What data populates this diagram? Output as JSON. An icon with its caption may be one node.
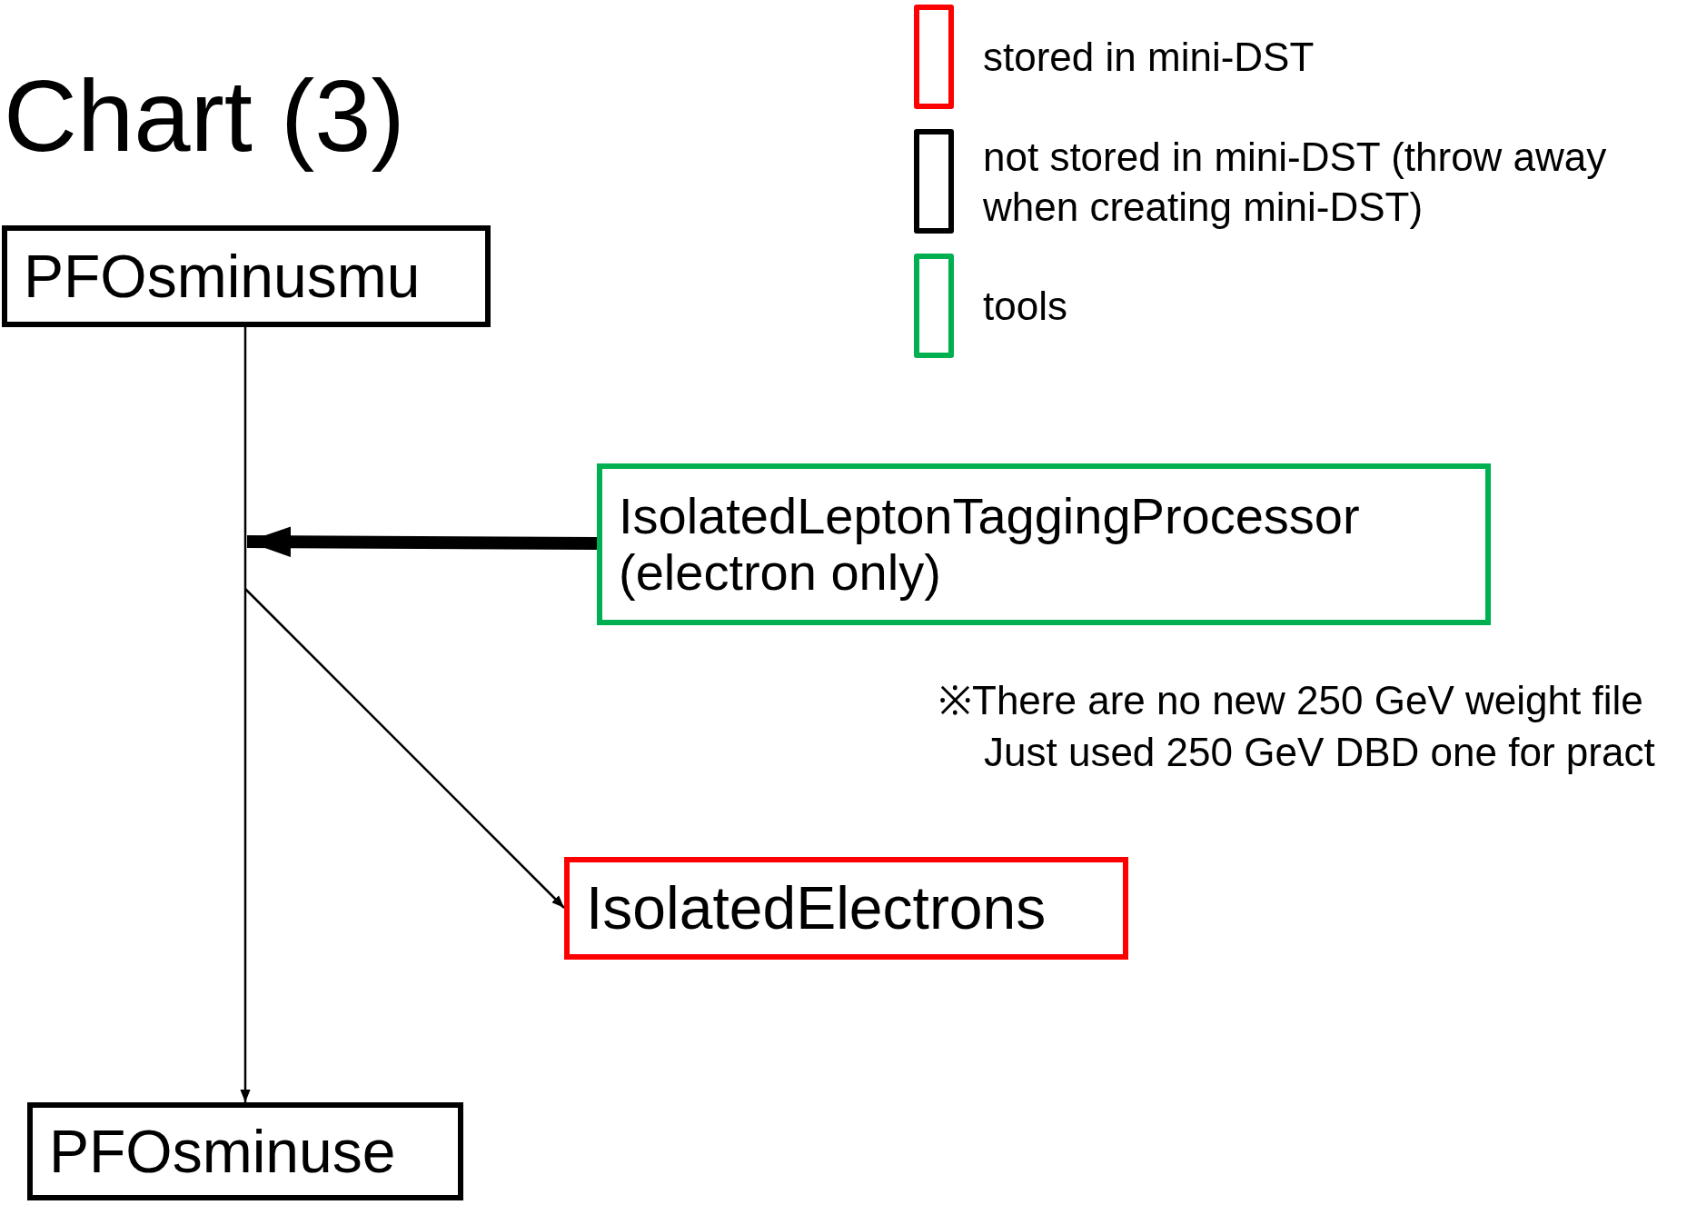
{
  "diagram": {
    "title": "Chart (3)",
    "nodes": [
      {
        "text": [
          "PFOsminusmu"
        ]
      },
      {
        "text": [
          "IsolatedLeptonTaggingProcessor (electron only)"
        ]
      },
      {
        "text": [
          "IsolatedElectrons"
        ]
      },
      {
        "text": [
          "PFOsminuse"
        ]
      }
    ],
    "edges": [
      {
        "from": 0,
        "to": 3,
        "arrow": "to"
      },
      {
        "from": 1,
        "to": null,
        "arrow": "to",
        "style": "thick"
      },
      {
        "from": null,
        "to": 2,
        "arrow": "to"
      }
    ],
    "labels": [
      "※There are no new 250 GeV weight file",
      "Just used 250 GeV DBD one for pract"
    ],
    "legend": [
      {
        "text": "stored in mini-DST",
        "color": "#ff0000"
      },
      {
        "text": "not stored in mini-DST (throw away when creating mini-DST)",
        "color": "#000000"
      },
      {
        "text": "tools",
        "color": "#00b050"
      }
    ]
  }
}
